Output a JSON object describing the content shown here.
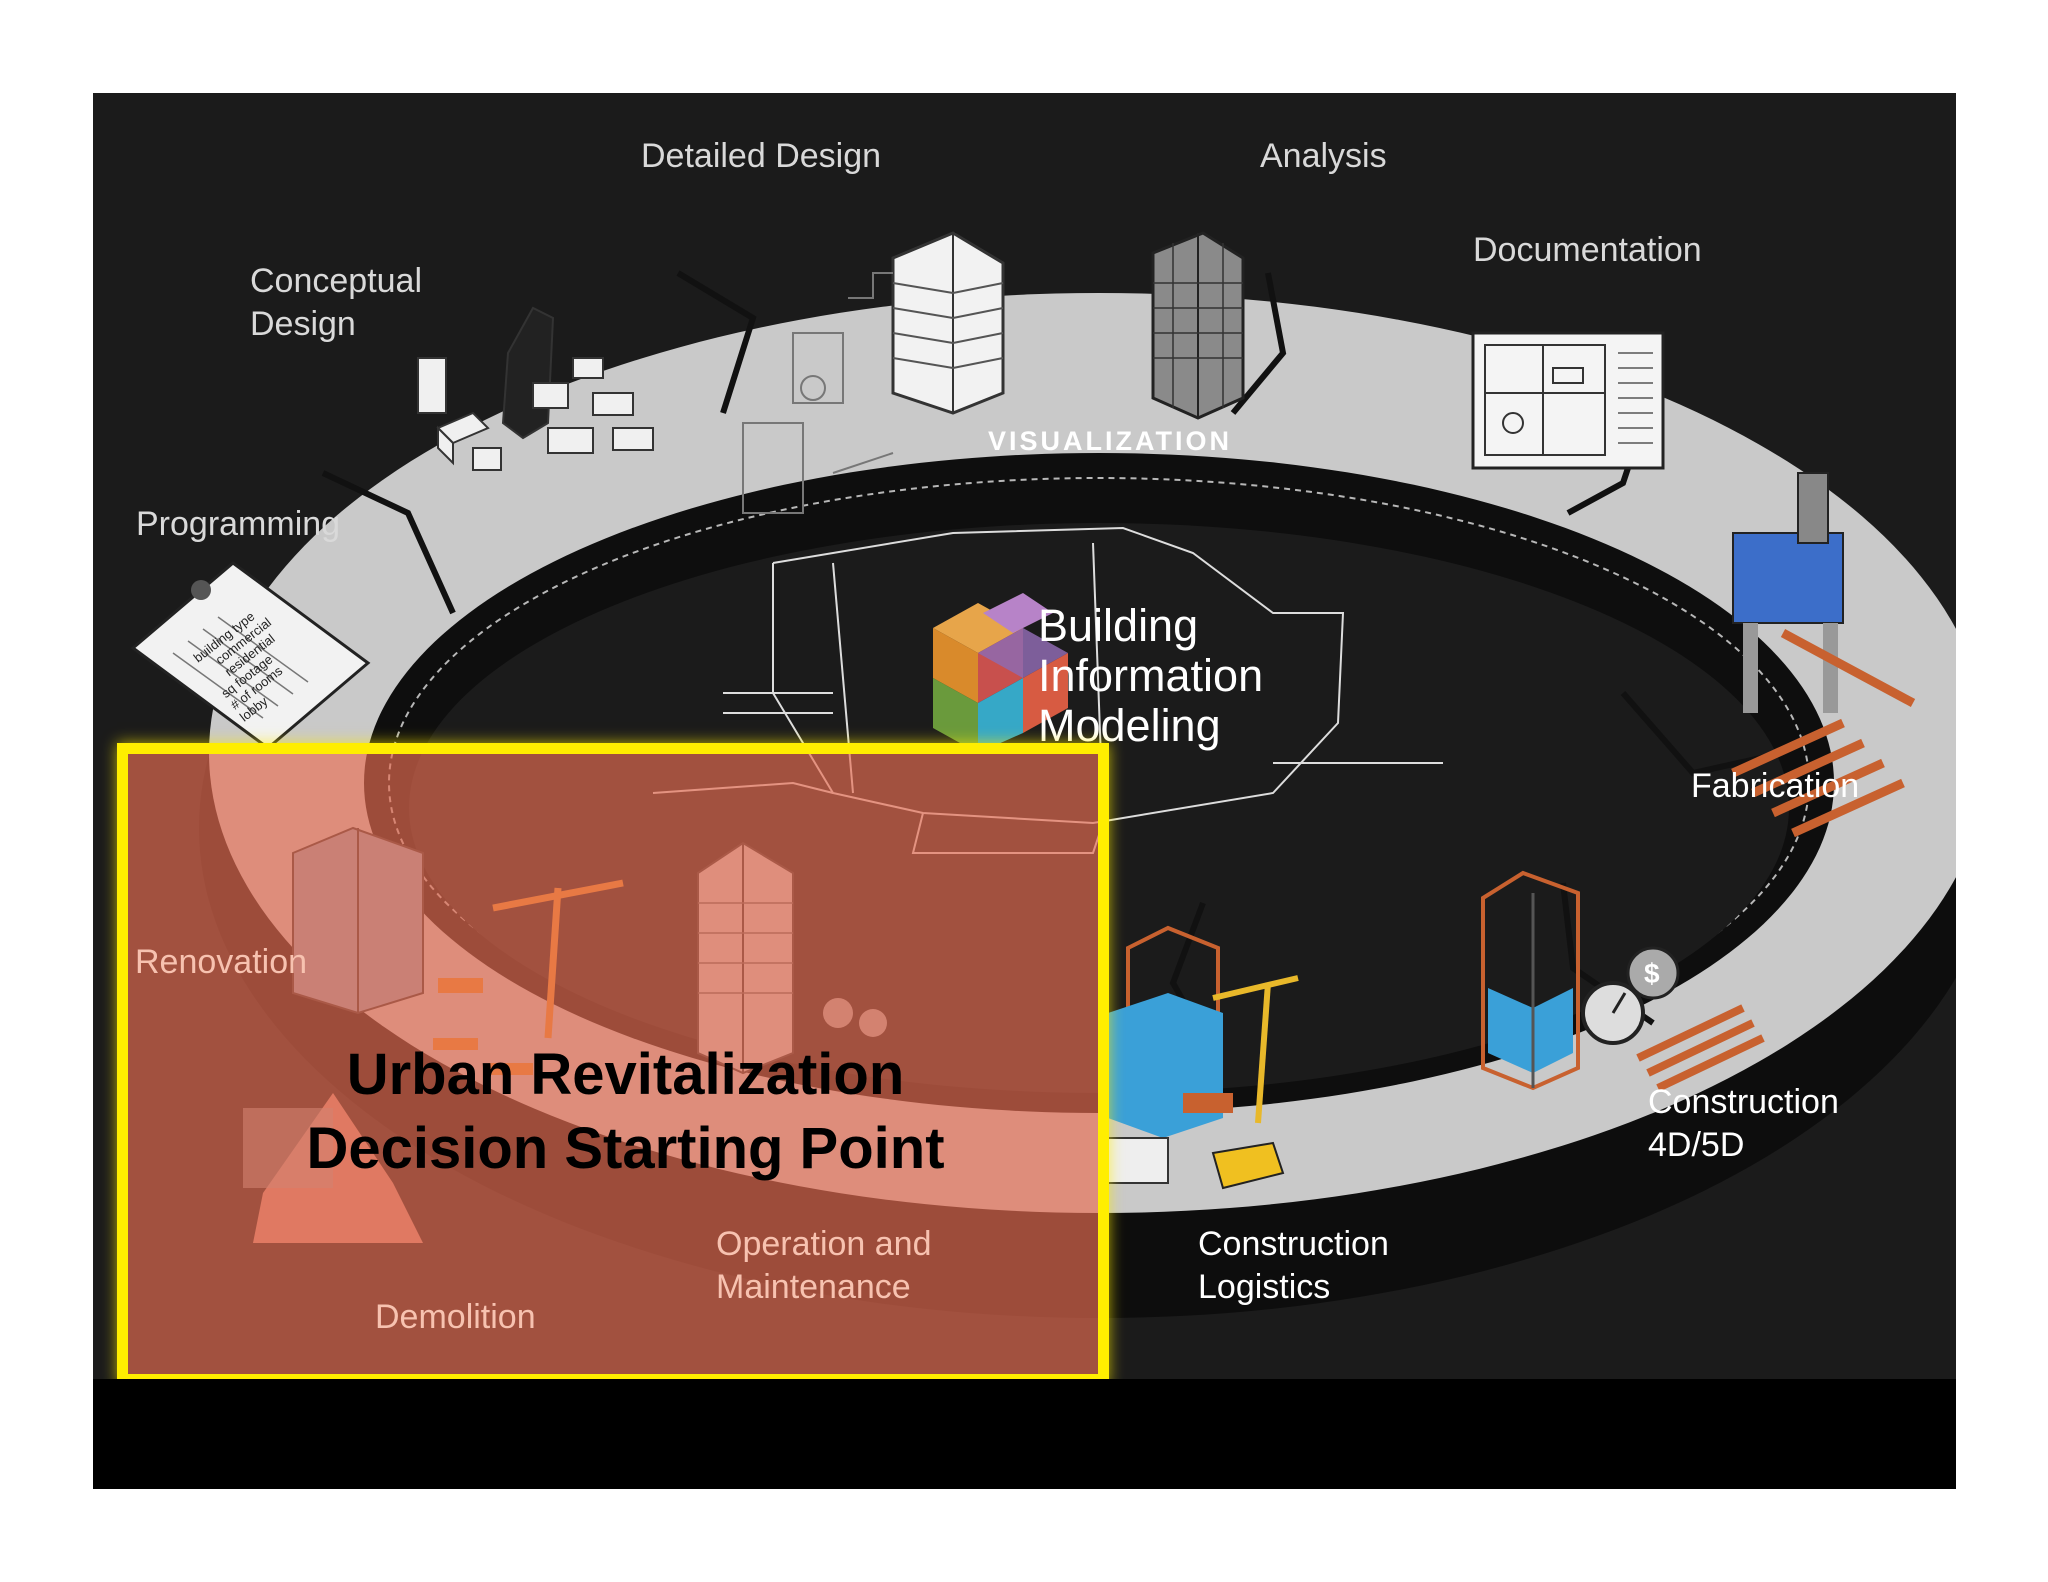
{
  "stages": {
    "programming": "Programming",
    "conceptual_design": [
      "Conceptual",
      "Design"
    ],
    "detailed_design": "Detailed Design",
    "analysis": "Analysis",
    "documentation": "Documentation",
    "fabrication": "Fabrication",
    "construction_4d5d": [
      "Construction",
      "4D/5D"
    ],
    "construction_logistics": [
      "Construction",
      "Logistics"
    ],
    "operation_maintenance": [
      "Operation and",
      "Maintenance"
    ],
    "demolition": "Demolition",
    "renovation": "Renovation"
  },
  "ring_band_label": "VISUALIZATION",
  "center_title": [
    "Building",
    "Information",
    "Modeling"
  ],
  "checklist": [
    "building type",
    "commercial",
    "residential",
    "sq footage",
    "# of rooms",
    "lobby"
  ],
  "highlight": {
    "title": [
      "Urban Revitalization",
      "Decision Starting Point"
    ],
    "border_color": "#ffee00",
    "fill_color": "#e86e52"
  },
  "colors": {
    "background": "#1b1b1b",
    "ring": "#c8c8c8",
    "construction_blue": "#3aa0d8",
    "crane_orange": "#e8902a"
  }
}
